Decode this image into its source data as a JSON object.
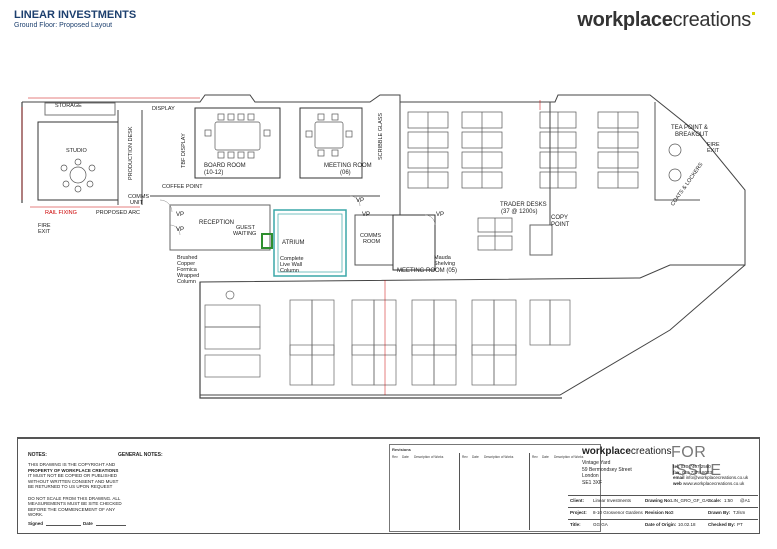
{
  "header": {
    "title": "LINEAR INVESTMENTS",
    "subtitle": "Ground Floor: Proposed Layout",
    "brand_bold": "workplace",
    "brand_light": "creations"
  },
  "rooms": {
    "storage": "STORAGE",
    "display": "DISPLAY",
    "studio": "STUDIO",
    "board_room": "BOARD ROOM",
    "board_room_cap": "(10-12)",
    "meeting_room_06": "MEETING ROOM",
    "meeting_room_06_cap": "(06)",
    "coffee_point": "COFFEE POINT",
    "comms_unit": "COMMS",
    "comms_unit_2": "UNIT",
    "rail_fixing": "RAIL FIXING",
    "proposed_arc": "PROPOSED ARC",
    "fire_exit_left": "FIRE",
    "fire_exit_left_2": "EXIT",
    "reception": "RECEPTION",
    "guest_waiting": "GUEST",
    "guest_waiting_2": "WAITING",
    "atrium": "ATRIUM",
    "vp1": "VP",
    "vp2": "VP",
    "vp3": "VP",
    "vp4": "VP",
    "vp5": "VP",
    "comms_room": "COMMS",
    "comms_room_2": "ROOM",
    "meeting_room_05": "MEETING ROOM (05)",
    "mauda_shelving": "Mauda",
    "mauda_shelving_2": "Shelving",
    "trader_desks": "TRADER DESKS",
    "trader_desks_cap": "(37 @ 1200s)",
    "copy_point": "COPY",
    "copy_point_2": "POINT",
    "tea_point": "TEA POINT &",
    "tea_point_2": "BREAKOUT",
    "fire_exit_right": "FIRE",
    "fire_exit_right_2": "EXIT",
    "coats_lockers": "COATS & LOCKERS",
    "brushed_copper": "Brushed",
    "brushed_copper_2": "Copper",
    "brushed_copper_3": "Formica",
    "brushed_copper_4": "Wrapped",
    "brushed_copper_5": "Column",
    "live_wall": "Complete",
    "live_wall_2": "Live Wall",
    "live_wall_3": "Column",
    "tbf_display": "TBF DISPLAY",
    "production_desk": "PRODUCTION DESK",
    "scribble_glass": "SCRIBBLE GLASS"
  },
  "title_block": {
    "notes_title": "NOTES:",
    "general_notes_title": "GENERAL NOTES:",
    "notes_lines": [
      "THIS DRAWING IS THE COPYRIGHT AND",
      "PROPERTY OF WORKPLACE CREATIONS",
      "IT MUST NOT BE COPIED OR PUBLISHED",
      "WITHOUT WRITTEN CONSENT AND MUST",
      "BE RETURNED TO US UPON REQUEST",
      "",
      "DO NOT SCALE FROM THIS DRAWING. ALL",
      "MEASUREMENTS MUST BE SITE CHECKED",
      "BEFORE THE COMMENCEMENT OF ANY",
      "WORK."
    ],
    "signed": "Signed",
    "date": "Date",
    "revisions_title": "Revisions",
    "rev_headers": [
      "Rev",
      "Date",
      "Description of Works",
      "Rev",
      "Date",
      "Description of Works",
      "Rev",
      "Date",
      "Description of Works"
    ],
    "brand_bold": "workplace",
    "brand_light": "creations",
    "address": [
      "Vintage Yard",
      "59 Bermondsey Street",
      "London",
      "SE1 3XF"
    ],
    "tel_label": "tel.",
    "tel": "020 7407 2560",
    "fax_label": "fax.",
    "fax": "020 7378 8033",
    "email_label": "email",
    "email": "info@workplacecreations.co.uk",
    "web_label": "web",
    "web": "www.workplacecreations.co.uk",
    "for_issue": "FOR ISSUE",
    "client_label": "Client:",
    "client": "Linear Investments",
    "project_label": "Project:",
    "project": "8-10 Grosvenor Gardens",
    "title_label": "Title:",
    "title_val": "GG GA",
    "drawing_no_label": "Drawing No:",
    "drawing_no": "LIN_GRO_GF_GA",
    "revision_no_label": "Revision No:",
    "revision_no": "3",
    "date_origin_label": "Date of Origin:",
    "date_origin": "10.02.18",
    "scale_label": "Scale:",
    "scale": "1:50",
    "scale_size": "@A1",
    "drawn_by_label": "Drawn By:",
    "drawn_by": "TJ/sm",
    "checked_by_label": "Checked By:",
    "checked_by": "PT"
  },
  "colors": {
    "brand_blue": "#1c3f6e",
    "dim_red": "#c00000",
    "atrium_teal": "#3aa7a8",
    "plant_green": "#2f8f2f",
    "accent_yellow": "#d9d400"
  }
}
